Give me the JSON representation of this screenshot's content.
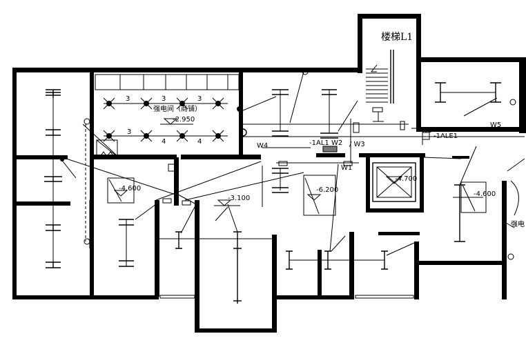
{
  "labels": {
    "stair_label": "楼梯L1",
    "room_label": "强电间（商铺）",
    "room_label_right": "强电",
    "cabinet_1": "-1AL1",
    "cabinet_2": "-1ALE1",
    "circuit_w1": "W1",
    "circuit_w2": "W2",
    "circuit_w3": "/ W3",
    "circuit_w4": "W4",
    "circuit_w5a": "W5",
    "circuit_w5b": "W5",
    "elev_1": "-2.950",
    "elev_2": "-4.600",
    "elev_3": "-6.200",
    "elev_4": "-3.100",
    "elev_5": "-4.700",
    "elev_6": "-4.600",
    "count_3a": "3",
    "count_3b": "3",
    "count_3c": "3",
    "count_3d": "3",
    "count_4a": "4",
    "count_4b": "4"
  }
}
